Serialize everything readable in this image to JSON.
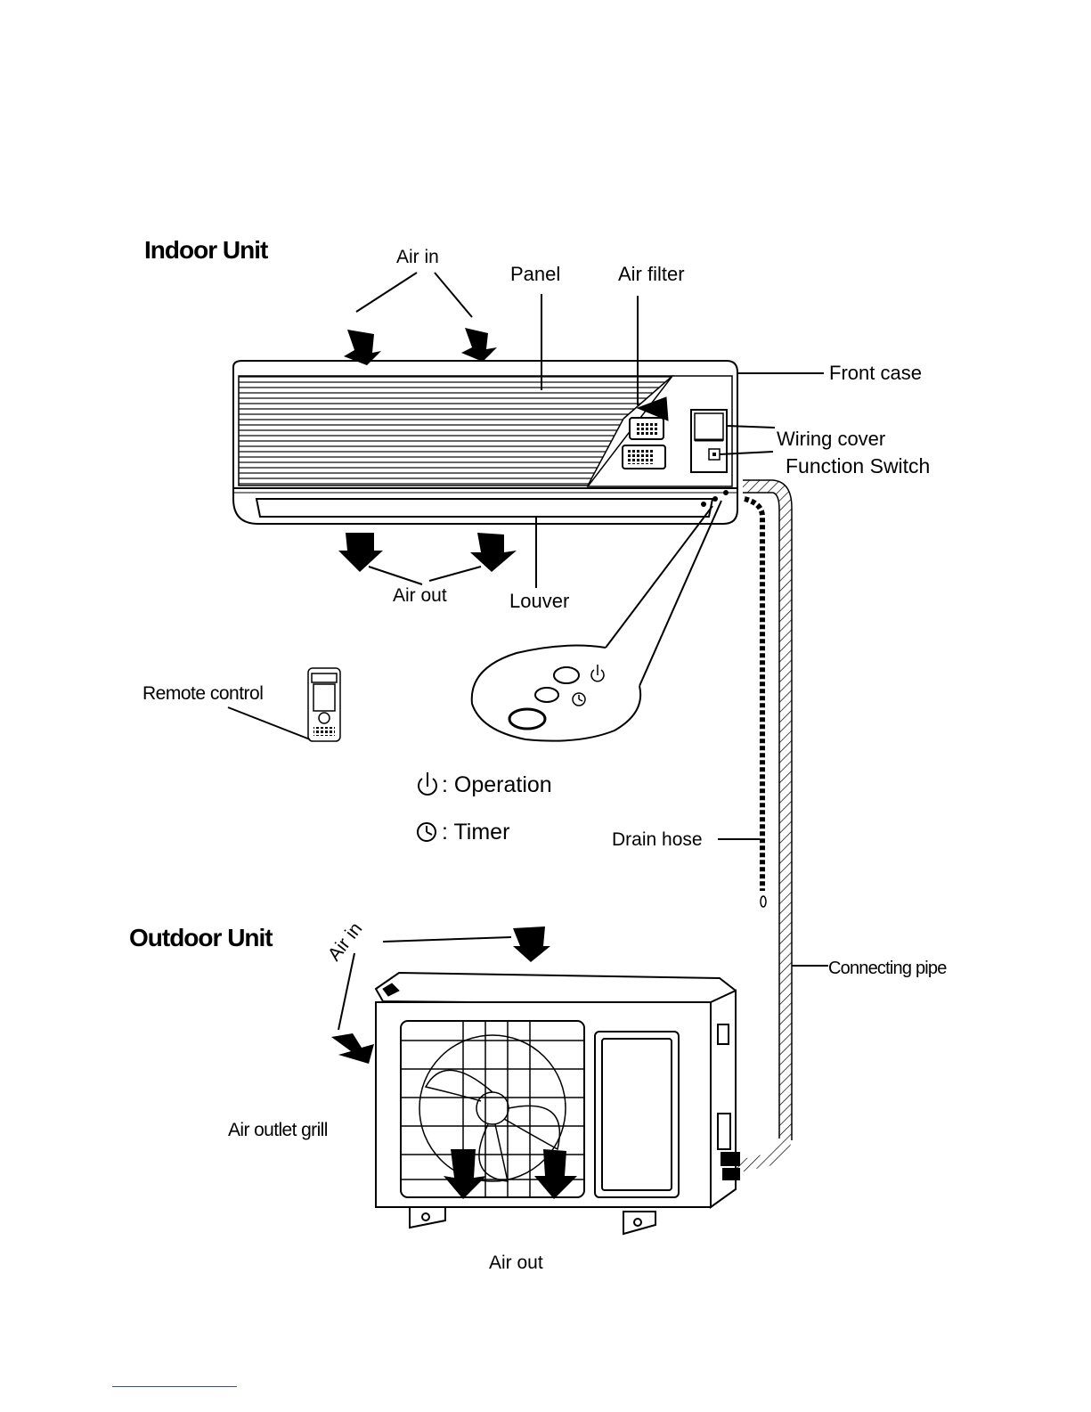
{
  "sections": {
    "indoor_title": "Indoor Unit",
    "outdoor_title": "Outdoor Unit"
  },
  "labels": {
    "air_in_indoor": "Air in",
    "panel": "Panel",
    "air_filter": "Air filter",
    "front_case": "Front case",
    "wiring_cover": "Wiring cover",
    "function_switch": "Function Switch",
    "air_out_indoor": "Air out",
    "louver": "Louver",
    "remote_control": "Remote control",
    "drain_hose": "Drain hose",
    "air_in_outdoor": "Air in",
    "connecting_pipe": "Connecting pipe",
    "air_outlet_grill": "Air outlet grill",
    "air_out_outdoor": "Air out"
  },
  "legend": {
    "operation": ": Operation",
    "timer": ": Timer"
  },
  "icons": {
    "operation": "power-icon",
    "timer": "timer-icon"
  },
  "colors": {
    "ink": "#000000",
    "paper": "#ffffff",
    "underline": "#3a4aa8"
  }
}
